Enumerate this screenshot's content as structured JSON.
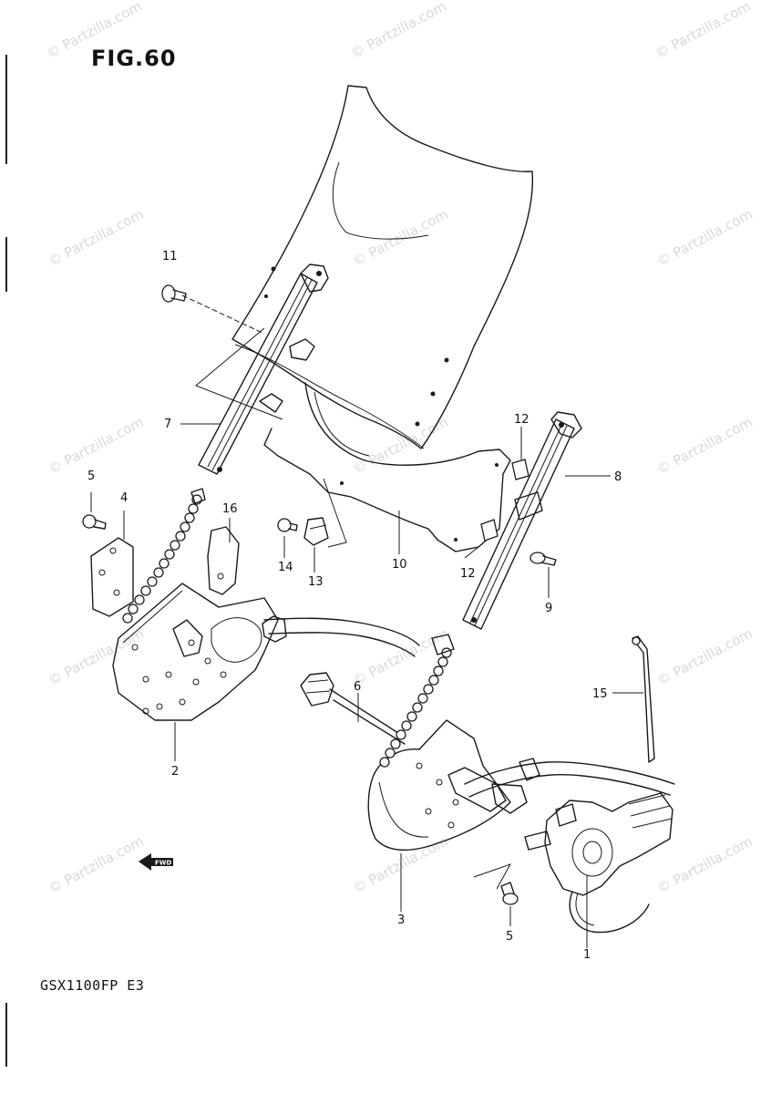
{
  "figure": {
    "title": "FIG.60",
    "model_code": "GSX1100FP E3"
  },
  "watermark": "© Partzilla.com",
  "callouts": [
    "11",
    "7",
    "5",
    "4",
    "16",
    "14",
    "13",
    "10",
    "12",
    "8",
    "12",
    "9",
    "2",
    "6",
    "3",
    "15",
    "5",
    "1"
  ],
  "direction_badge": "FWD",
  "icons": [
    "fwd-arrow-icon"
  ]
}
